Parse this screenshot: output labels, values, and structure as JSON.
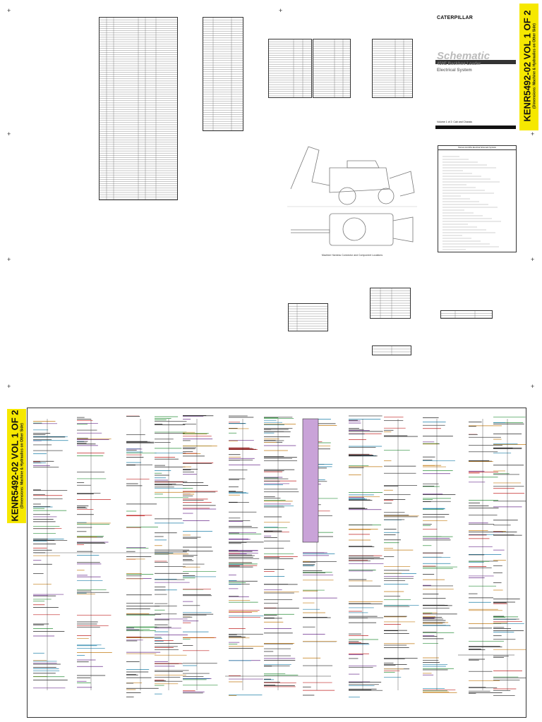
{
  "document": {
    "brand": "CATERPILLAR",
    "title": "Schematic",
    "model": "450E Backhoe Loader",
    "system": "Electrical System",
    "volume_note": "Volume 1 of 2: Cab and Chassis",
    "side_tab_main": "KENR5492-02 VOL 1 OF 2",
    "side_tab_sub": "(Dimensions: Machine & Hydraulics on Other Side)",
    "harness_caption": "Machine Harness Connector and Component Locations",
    "symbols_title": "Harness And Wire Electrical Schematic Symbols"
  }
}
